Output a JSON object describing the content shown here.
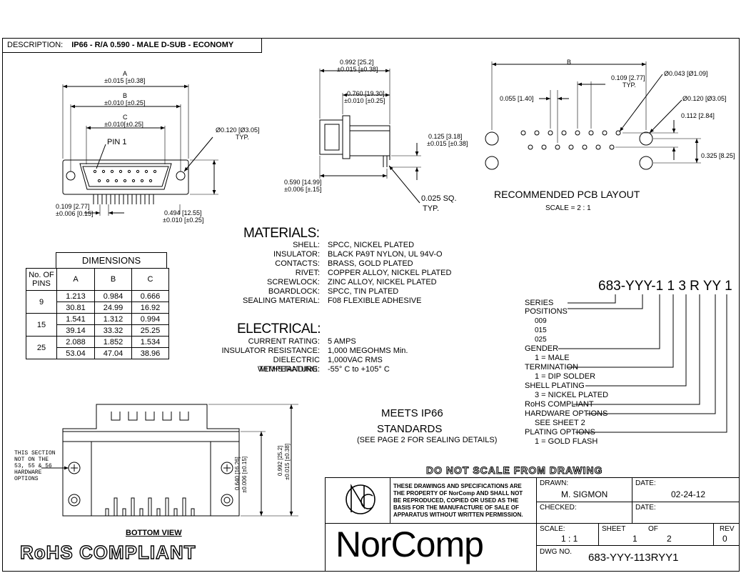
{
  "description": {
    "label": "DESCRIPTION:",
    "value": "IP66 - R/A 0.590 - MALE D-SUB - ECONOMY"
  },
  "front_view": {
    "dim_a": [
      "A",
      "±0.015 [±0.38]"
    ],
    "dim_b": [
      "B",
      "±0.010 [±0.25]"
    ],
    "dim_c": [
      "C",
      "±0.010[±0.25]"
    ],
    "pin1": "PIN 1",
    "hole": [
      "Ø0.120 [Ø3.05]",
      "TYP."
    ],
    "pitch": [
      "0.109 [2.77]",
      "±0.006 [0.15]"
    ],
    "height": [
      "0.494 [12.55]",
      "±0.010 [±0.25]"
    ]
  },
  "side_view": {
    "overall": [
      "0.992 [25.2]",
      "±0.015 [±0.38]"
    ],
    "flange": [
      "0.760 [19.30]",
      "±0.010 [±0.25]"
    ],
    "standoff": [
      "0.125 [3.18]",
      "±0.015 [±0.38]"
    ],
    "depth": [
      "0.590 [14.99]",
      "±0.006 [±.15]"
    ],
    "tail": [
      "0.025 SQ.",
      "TYP."
    ]
  },
  "pcb_layout": {
    "dim_b": "B",
    "pitch": [
      "0.109 [2.77]",
      "TYP."
    ],
    "row_offset": "0.055 [1.40]",
    "pin_hole": "Ø0.043 [Ø1.09]",
    "mount_hole": "Ø0.120 [Ø3.05]",
    "row_gap": "0.112 [2.84]",
    "mount_gap": "0.325 [8.25]",
    "title": "RECOMMENDED PCB LAYOUT",
    "scale": "SCALE = 2 : 1"
  },
  "dimensions_table": {
    "title": "DIMENSIONS",
    "headers": [
      "No. OF PINS",
      "A",
      "B",
      "C"
    ],
    "rows": [
      {
        "pins": "9",
        "imperial": [
          "1.213",
          "0.984",
          "0.666"
        ],
        "metric": [
          "30.81",
          "24.99",
          "16.92"
        ]
      },
      {
        "pins": "15",
        "imperial": [
          "1.541",
          "1.312",
          "0.994"
        ],
        "metric": [
          "39.14",
          "33.32",
          "25.25"
        ]
      },
      {
        "pins": "25",
        "imperial": [
          "2.088",
          "1.852",
          "1.534"
        ],
        "metric": [
          "53.04",
          "47.04",
          "38.96"
        ]
      }
    ]
  },
  "materials": {
    "title": "MATERIALS:",
    "items": [
      {
        "label": "SHELL:",
        "value": "SPCC, NICKEL PLATED"
      },
      {
        "label": "INSULATOR:",
        "value": "BLACK PA9T NYLON, UL 94V-O"
      },
      {
        "label": "CONTACTS:",
        "value": "BRASS, GOLD PLATED"
      },
      {
        "label": "RIVET:",
        "value": "COPPER ALLOY, NICKEL PLATED"
      },
      {
        "label": "SCREWLOCK:",
        "value": "ZINC ALLOY, NICKEL PLATED"
      },
      {
        "label": "BOARDLOCK:",
        "value": "SPCC, TIN PLATED"
      },
      {
        "label": "SEALING MATERIAL:",
        "value": "F08 FLEXIBLE ADHESIVE"
      }
    ]
  },
  "electrical": {
    "title": "ELECTRICAL:",
    "items": [
      {
        "label": "CURRENT RATING:",
        "value": "5 AMPS"
      },
      {
        "label": "INSULATOR RESISTANCE:",
        "value": "1,000 MEGOHMS Min."
      },
      {
        "label": "DIELECTRIC WITHSTANDING:",
        "value": "1,000VAC RMS"
      },
      {
        "label": "TEMPERATURE:",
        "value": "-55° C to +105° C"
      }
    ]
  },
  "part_number": {
    "code": "683-YYY-1 1 3 R YY 1",
    "labels": [
      "SERIES",
      "POSITIONS",
      "009",
      "015",
      "025",
      "GENDER",
      "1 = MALE",
      "TERMINATION",
      "1 = DIP SOLDER",
      "SHELL PLATING",
      "3 = NICKEL PLATED",
      "RoHS COMPLIANT",
      "HARDWARE OPTIONS",
      "SEE SHEET 2",
      "PLATING OPTIONS",
      "1 = GOLD FLASH"
    ]
  },
  "meets": {
    "line1": "MEETS IP66",
    "line2": "STANDARDS",
    "line3": "(SEE PAGE 2 FOR SEALING DETAILS)"
  },
  "bottom_view": {
    "title": "BOTTOM VIEW",
    "note": [
      "THIS SECTION",
      "NOT ON THE",
      "53, 55 & 56",
      "HARDWARE",
      "OPTIONS"
    ],
    "dim_inner": [
      "0.640 [16.26]",
      "±0.006 [±0.15]"
    ],
    "dim_outer": [
      "0.992 [25.2]",
      "±0.015 [±0.38]"
    ]
  },
  "rohs": "RoHS COMPLIANT",
  "do_not_scale": "DO NOT SCALE FROM DRAWING",
  "title_block": {
    "notice": [
      "THESE DRAWINGS AND SPECIFICATIONS ARE",
      "THE PROPERTY OF NorComp AND SHALL NOT",
      "BE REPRODUCED, COPIED OR USED AS THE",
      "BASIS FOR THE MANUFACTURE OF SALE OF",
      "APPARATUS WITHOUT WRITTEN PERMISSION."
    ],
    "company": "NorComp",
    "drawn_label": "DRAWN:",
    "drawn_value": "M. SIGMON",
    "date_label": "DATE:",
    "date_value": "02-24-12",
    "checked_label": "CHECKED:",
    "checked_date_label": "DATE:",
    "scale_label": "SCALE:",
    "scale_value": "1 : 1",
    "sheet_label": "SHEET",
    "sheet_value": "1",
    "of_label": "OF",
    "of_value": "2",
    "rev_label": "REV",
    "rev_value": "0",
    "dwg_label": "DWG NO.",
    "dwg_value": "683-YYY-113RYY1"
  }
}
